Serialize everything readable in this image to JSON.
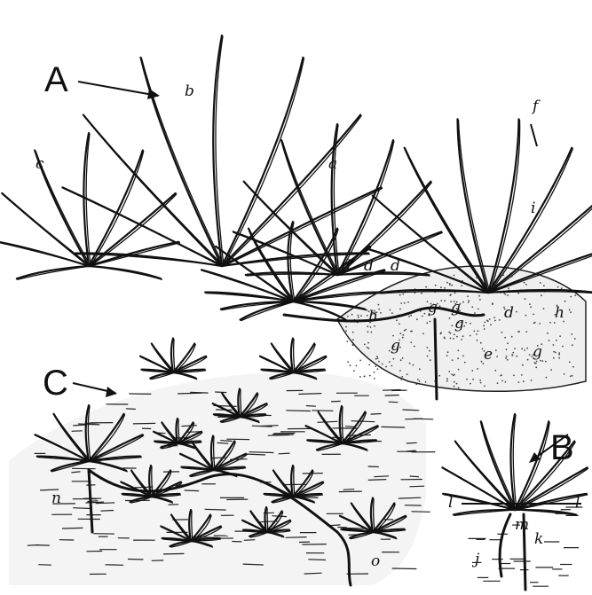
{
  "figures": {
    "A": "A",
    "B": "B",
    "C": "C"
  },
  "labels": {
    "a": "a",
    "b": "b",
    "c": "c",
    "d": "d",
    "e": "e",
    "f": "f",
    "g": "g",
    "h": "h",
    "i": "i",
    "j": "j",
    "k": "k",
    "l": "l",
    "m": "m",
    "n": "n",
    "o": "o"
  }
}
